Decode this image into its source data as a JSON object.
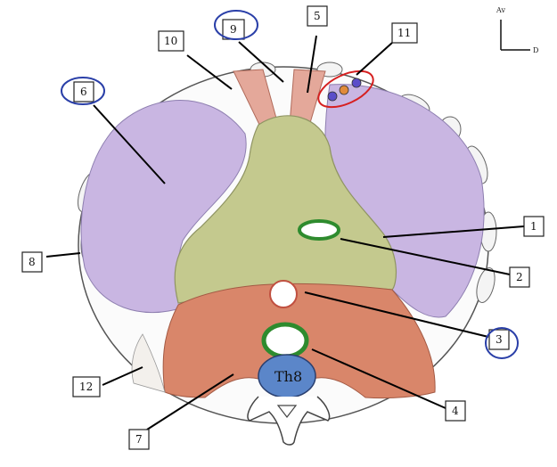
{
  "diagram": {
    "labels": {
      "l1": "1",
      "l2": "2",
      "l3": "3",
      "l4": "4",
      "l5": "5",
      "l6": "6",
      "l7": "7",
      "l8": "8",
      "l9": "9",
      "l10": "10",
      "l11": "11",
      "l12": "12"
    },
    "orientation": {
      "up": "Av",
      "right": "D"
    },
    "vertebra_text": "Th8"
  },
  "colors": {
    "muscle_purple": "#c9b6e2",
    "center_green": "#c4c98e",
    "posterior_red": "#d9866a",
    "vertebra_blue": "#5b86c9",
    "vessel_green": "#3a8f3a",
    "highlight_blue": "#2a3fa8",
    "highlight_red": "#d62020"
  }
}
